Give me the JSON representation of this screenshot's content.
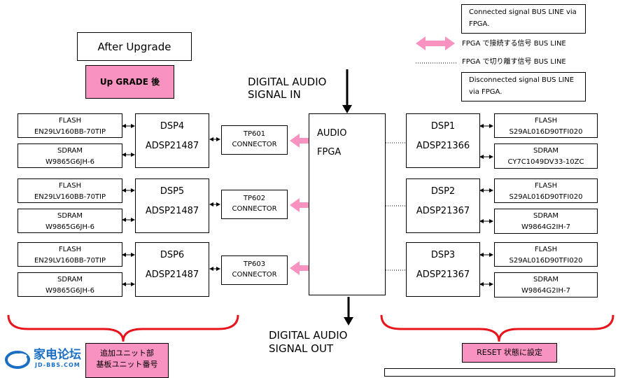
{
  "after_upgrade": "After Upgrade",
  "upgrade_label": "Up GRADE 後",
  "legend": {
    "connected": "Connected signal BUS LINE via FPGA.",
    "fpga_connect_jp": "FPGA で接続する信号 BUS LINE",
    "fpga_disconnect_jp": "FPGA で切り離す信号 BUS LINE",
    "disconnected": "Disconnected signal BUS LINE via FPGA."
  },
  "digital_audio_in": [
    "DIGITAL AUDIO",
    "SIGNAL IN"
  ],
  "digital_audio_out": [
    "DIGITAL AUDIO",
    "SIGNAL OUT"
  ],
  "fpga": [
    "AUDIO",
    "FPGA"
  ],
  "left_units": [
    {
      "dsp": "DSP4",
      "model": "ADSP21487",
      "flash": [
        "FLASH",
        "EN29LV160BB-70TIP"
      ],
      "sdram": [
        "SDRAM",
        "W9865G6JH-6"
      ],
      "connector": [
        "TP601",
        "CONNECTOR"
      ]
    },
    {
      "dsp": "DSP5",
      "model": "ADSP21487",
      "flash": [
        "FLASH",
        "EN29LV160BB-70TIP"
      ],
      "sdram": [
        "SDRAM",
        "W9865G6JH-6"
      ],
      "connector": [
        "TP602",
        "CONNECTOR"
      ]
    },
    {
      "dsp": "DSP6",
      "model": "ADSP21487",
      "flash": [
        "FLASH",
        "EN29LV160BB-70TIP"
      ],
      "sdram": [
        "SDRAM",
        "W9865G6JH-6"
      ],
      "connector": [
        "TP603",
        "CONNECTOR"
      ]
    }
  ],
  "right_units": [
    {
      "dsp": "DSP1",
      "model": "ADSP21366",
      "flash": [
        "FLASH",
        "S29AL016D90TFI020"
      ],
      "sdram": [
        "SDRAM",
        "CY7C1049DV33-10ZC"
      ]
    },
    {
      "dsp": "DSP2",
      "model": "ADSP21367",
      "flash": [
        "FLASH",
        "S29AL016D90TFI020"
      ],
      "sdram": [
        "SDRAM",
        "W9864G2IH-7"
      ]
    },
    {
      "dsp": "DSP3",
      "model": "ADSP21367",
      "flash": [
        "FLASH",
        "S29AL016D90TFI020"
      ],
      "sdram": [
        "SDRAM",
        "W9864G2IH-7"
      ]
    }
  ],
  "bottom_left_note": [
    "追加ユニット部",
    "基板ユニット番号"
  ],
  "bottom_right_note": "RESET 状態に設定",
  "watermark": {
    "brand": "家电论坛",
    "url": "JD-BBS.COM"
  },
  "colors": {
    "pink": "#f792c1",
    "bracket": "#e8141c",
    "watermark_blue": "#1a6fc4"
  }
}
